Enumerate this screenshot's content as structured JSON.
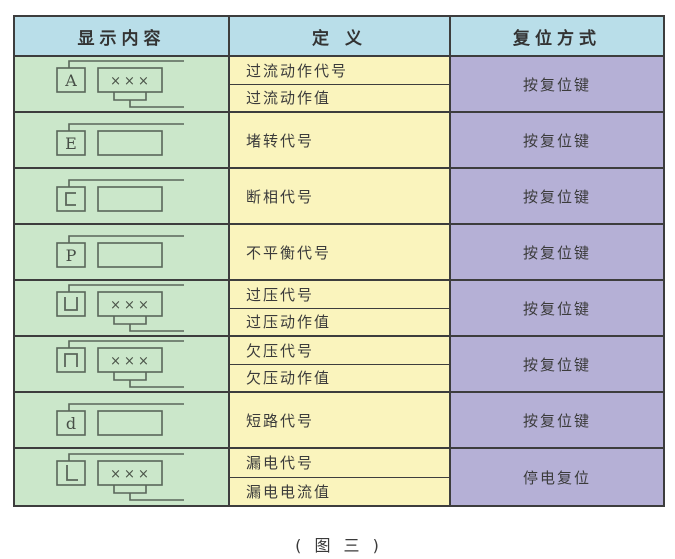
{
  "colors": {
    "header_bg": "#b9dee9",
    "display_bg": "#cbe7ca",
    "definition_bg": "#faf4bd",
    "reset_bg": "#b5b0d6",
    "border": "#3d3d3d",
    "icon_line": "#5a665a",
    "text": "#3b3b3b"
  },
  "table": {
    "headers": [
      "显示内容",
      "定 义",
      "复位方式"
    ],
    "rows": [
      {
        "icon": {
          "name": "code-A-with-value-icon",
          "glyph": "A",
          "glyph_type": "serif",
          "value_box": "×××",
          "has_connector": true
        },
        "definitions": [
          "过流动作代号",
          "过流动作值"
        ],
        "reset": "按复位键"
      },
      {
        "icon": {
          "name": "code-E-icon",
          "glyph": "E",
          "glyph_type": "serif",
          "value_box": "",
          "has_connector": false
        },
        "definitions": [
          "堵转代号"
        ],
        "reset": "按复位键"
      },
      {
        "icon": {
          "name": "code-c-icon",
          "glyph": "square-c",
          "glyph_type": "segment",
          "value_box": "",
          "has_connector": false
        },
        "definitions": [
          "断相代号"
        ],
        "reset": "按复位键"
      },
      {
        "icon": {
          "name": "code-P-icon",
          "glyph": "P",
          "glyph_type": "serif",
          "value_box": "",
          "has_connector": false
        },
        "definitions": [
          "不平衡代号"
        ],
        "reset": "按复位键"
      },
      {
        "icon": {
          "name": "code-overvoltage-with-value-icon",
          "glyph": "square-u",
          "glyph_type": "segment",
          "value_box": "×××",
          "has_connector": true
        },
        "definitions": [
          "过压代号",
          "过压动作值"
        ],
        "reset": "按复位键"
      },
      {
        "icon": {
          "name": "code-undervoltage-with-value-icon",
          "glyph": "square-n",
          "glyph_type": "segment",
          "value_box": "×××",
          "has_connector": true
        },
        "definitions": [
          "欠压代号",
          "欠压动作值"
        ],
        "reset": "按复位键"
      },
      {
        "icon": {
          "name": "code-d-icon",
          "glyph": "d",
          "glyph_type": "serif",
          "value_box": "",
          "has_connector": false
        },
        "definitions": [
          "短路代号"
        ],
        "reset": "按复位键"
      },
      {
        "icon": {
          "name": "code-L-with-value-icon",
          "glyph": "square-L",
          "glyph_type": "segment",
          "value_box": "×××",
          "has_connector": true
        },
        "definitions": [
          "漏电代号",
          "漏电电流值"
        ],
        "reset": "停电复位"
      }
    ]
  },
  "caption": "( 图 三 )"
}
